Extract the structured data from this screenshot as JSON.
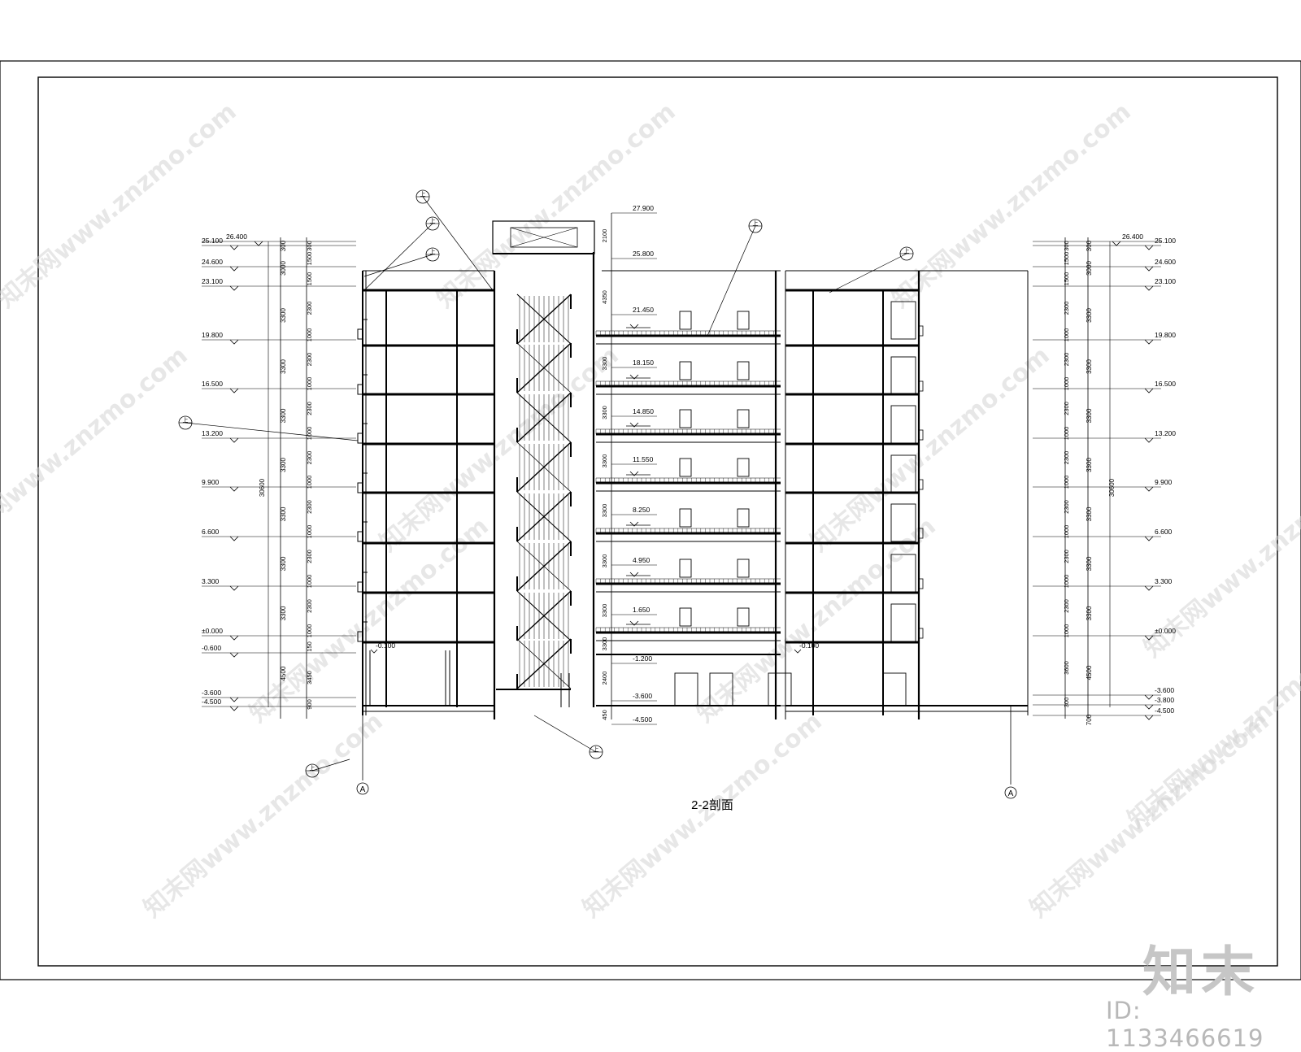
{
  "drawing": {
    "title": "2-2剖面",
    "axis_marker": "A",
    "callout_marker": "1",
    "callout_marker_alt": "上"
  },
  "elevations_left": [
    "26.400",
    "25.100",
    "24.600",
    "23.100",
    "19.800",
    "16.500",
    "13.200",
    "9.900",
    "6.600",
    "3.300",
    "±0.000",
    "-0.600",
    "-3.600",
    "-4.500"
  ],
  "elevations_right": [
    "26.400",
    "25.100",
    "24.600",
    "23.100",
    "19.800",
    "16.500",
    "13.200",
    "9.900",
    "6.600",
    "3.300",
    "±0.000",
    "-3.600",
    "-3.800",
    "-4.500"
  ],
  "elevations_stair": [
    "27.900",
    "25.800",
    "21.450",
    "18.150",
    "14.850",
    "11.550",
    "8.250",
    "4.950",
    "1.650",
    "-1.200",
    "-3.600",
    "-4.500"
  ],
  "floor_levels": [
    "-0.100",
    "-0.100"
  ],
  "dims_outer_left": [
    "300",
    "3000",
    "3300",
    "3300",
    "3300",
    "3300",
    "3300",
    "3300",
    "3300",
    "4500"
  ],
  "dims_inner_left": [
    "300",
    "1500",
    "1500",
    "2300",
    "1000",
    "2300",
    "1000",
    "2300",
    "1000",
    "2300",
    "1000",
    "2300",
    "1000",
    "2300",
    "1000",
    "2300",
    "1000",
    "150",
    "3450",
    "900"
  ],
  "dims_outer_right": [
    "300",
    "3000",
    "3300",
    "3300",
    "3300",
    "3300",
    "3300",
    "3300",
    "3300",
    "4500",
    "700"
  ],
  "dims_inner_right": [
    "300",
    "1500",
    "1500",
    "2300",
    "1000",
    "2300",
    "1000",
    "2300",
    "1000",
    "2300",
    "1000",
    "2300",
    "1000",
    "2300",
    "1000",
    "2300",
    "1000",
    "3600",
    "300"
  ],
  "total_height_left": "30600",
  "total_height_right": "30600",
  "stair_dims": [
    "2100",
    "4350",
    "3300",
    "3300",
    "3300",
    "3300",
    "3300",
    "3300",
    "3300",
    "2400",
    "450"
  ],
  "watermark": "知末网www.znzmo.com",
  "logo": "知末",
  "image_id": "ID: 1133466619"
}
